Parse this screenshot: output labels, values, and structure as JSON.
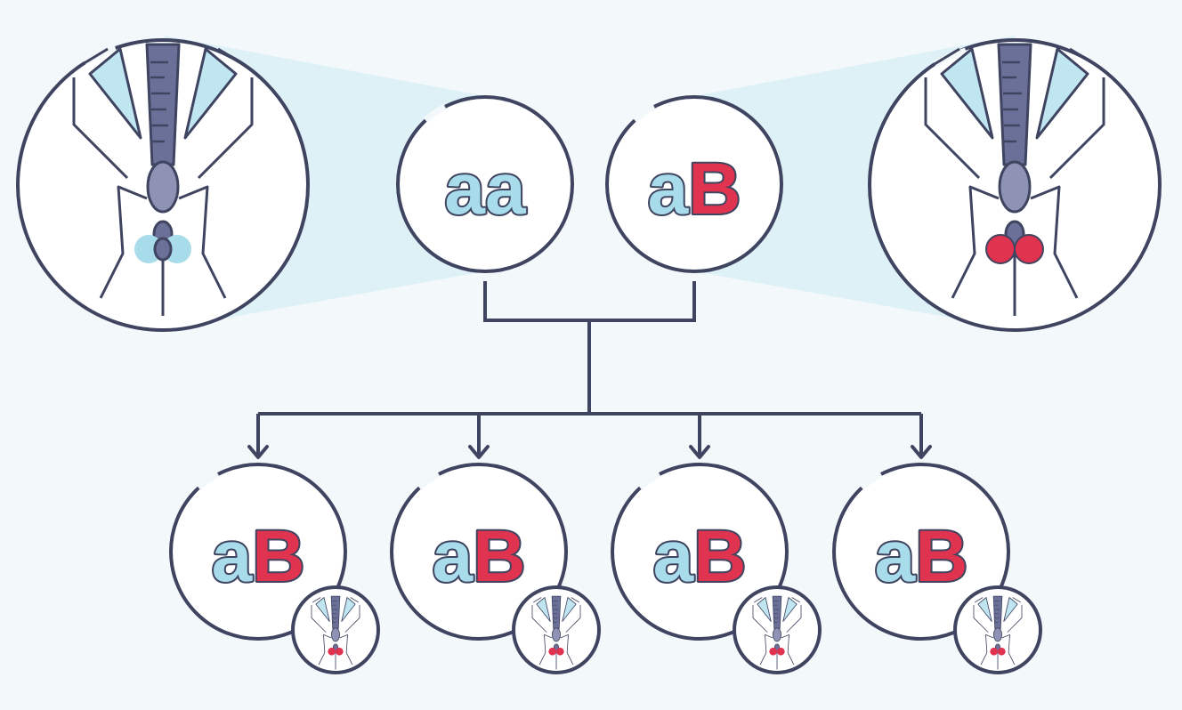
{
  "colors": {
    "background": "#f3f8fb",
    "outline": "#3f4460",
    "circle_fill": "#ffffff",
    "recessive_allele": "#a9dcea",
    "dominant_allele": "#e0334f",
    "mosquito_body": "#8e93b5",
    "mosquito_wing": "#bfe6f1",
    "beam": "#cfeaf2"
  },
  "parents": [
    {
      "allele1": "a",
      "allele2": "a",
      "allele1_type": "recessive",
      "allele2_type": "recessive",
      "mosquito_icon": "mosquito-wild-type-icon"
    },
    {
      "allele1": "a",
      "allele2": "B",
      "allele1_type": "recessive",
      "allele2_type": "dominant",
      "mosquito_icon": "mosquito-gene-drive-icon"
    }
  ],
  "offspring": [
    {
      "allele1": "a",
      "allele2": "B",
      "allele1_type": "recessive",
      "allele2_type": "dominant",
      "mosquito_icon": "mosquito-gene-drive-icon"
    },
    {
      "allele1": "a",
      "allele2": "B",
      "allele1_type": "recessive",
      "allele2_type": "dominant",
      "mosquito_icon": "mosquito-gene-drive-icon"
    },
    {
      "allele1": "a",
      "allele2": "B",
      "allele1_type": "recessive",
      "allele2_type": "dominant",
      "mosquito_icon": "mosquito-gene-drive-icon"
    },
    {
      "allele1": "a",
      "allele2": "B",
      "allele1_type": "recessive",
      "allele2_type": "dominant",
      "mosquito_icon": "mosquito-gene-drive-icon"
    }
  ]
}
